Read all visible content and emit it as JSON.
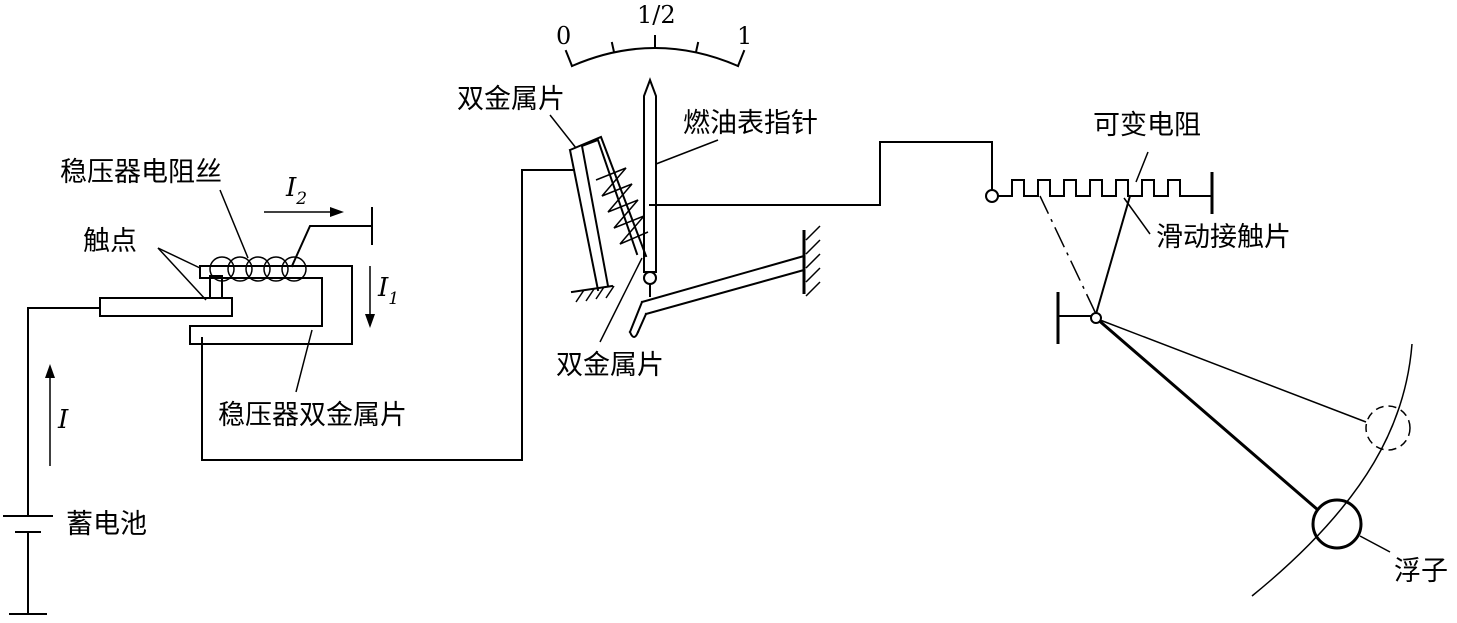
{
  "scale": {
    "tick_min": "0",
    "tick_mid": "1/2",
    "tick_max": "1"
  },
  "labels": {
    "bimetal_top": "双金属片",
    "gauge_pointer": "燃油表指针",
    "variable_resistor": "可变电阻",
    "regulator_wire": "稳压器电阻丝",
    "contacts": "触点",
    "sliding_contact": "滑动接触片",
    "bimetal_bottom": "双金属片",
    "regulator_bimetal": "稳压器双金属片",
    "battery": "蓄电池",
    "float": "浮子"
  },
  "currents": {
    "i_main": "I",
    "i1_letter": "I",
    "i1_sub": "1",
    "i2_letter": "I",
    "i2_sub": "2"
  }
}
